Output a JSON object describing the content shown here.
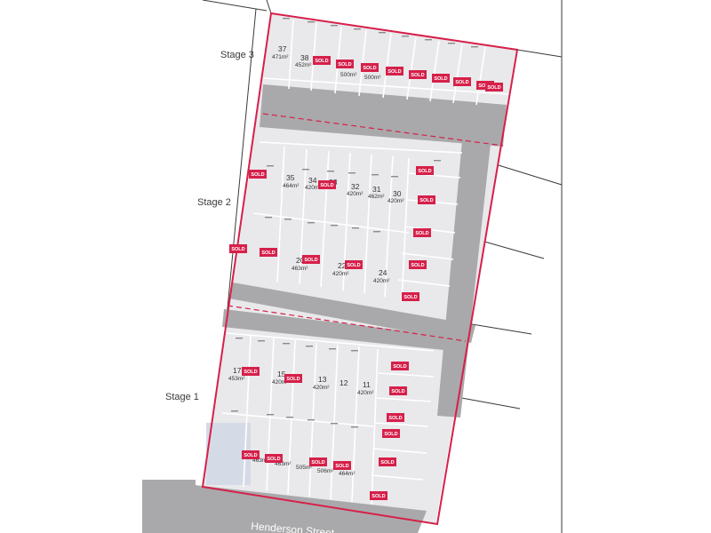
{
  "stages": [
    {
      "label": "Stage 3"
    },
    {
      "label": "Stage 2"
    },
    {
      "label": "Stage 1"
    }
  ],
  "street_name": "Henderson Street",
  "sold_label": "SOLD",
  "colors": {
    "road": "#a9a9ab",
    "lot_fill": "#e9e9ec",
    "lot_line": "#ffffff",
    "boundary": "#d6204a",
    "sold": "#d6204a",
    "reserve": "#d5dbe6",
    "context_line": "#3a3a3a"
  },
  "lots": [
    {
      "number": "37",
      "area": "471m²",
      "sold": false
    },
    {
      "number": "38",
      "area": "452m²",
      "sold": false
    },
    {
      "number": "",
      "area": "",
      "sold": true
    },
    {
      "number": "",
      "area": "500m²",
      "sold": true
    },
    {
      "number": "",
      "area": "500m²",
      "sold": true
    },
    {
      "number": "",
      "area": "",
      "sold": true
    },
    {
      "number": "",
      "area": "",
      "sold": true
    },
    {
      "number": "",
      "area": "",
      "sold": true
    },
    {
      "number": "",
      "area": "",
      "sold": true
    },
    {
      "number": "35",
      "area": "464m²",
      "sold": false
    },
    {
      "number": "34",
      "area": "420m²",
      "sold": false
    },
    {
      "number": "33",
      "area": "",
      "sold": true
    },
    {
      "number": "32",
      "area": "420m²",
      "sold": false
    },
    {
      "number": "31",
      "area": "462m²",
      "sold": false
    },
    {
      "number": "30",
      "area": "420m²",
      "sold": false
    },
    {
      "number": "20",
      "area": "463m²",
      "sold": false
    },
    {
      "number": "22",
      "area": "420m²",
      "sold": false
    },
    {
      "number": "24",
      "area": "420m²",
      "sold": false
    },
    {
      "number": "17",
      "area": "453m²",
      "sold": false
    },
    {
      "number": "15",
      "area": "420m²",
      "sold": false
    },
    {
      "number": "13",
      "area": "420m²",
      "sold": false
    },
    {
      "number": "12",
      "area": "",
      "sold": false
    },
    {
      "number": "11",
      "area": "420m²",
      "sold": false
    },
    {
      "number": "",
      "area": "463m²",
      "sold": false
    },
    {
      "number": "",
      "area": "463m²",
      "sold": false
    },
    {
      "number": "",
      "area": "505m²",
      "sold": false
    },
    {
      "number": "",
      "area": "506m²",
      "sold": false
    },
    {
      "number": "",
      "area": "464m²",
      "sold": false
    }
  ]
}
